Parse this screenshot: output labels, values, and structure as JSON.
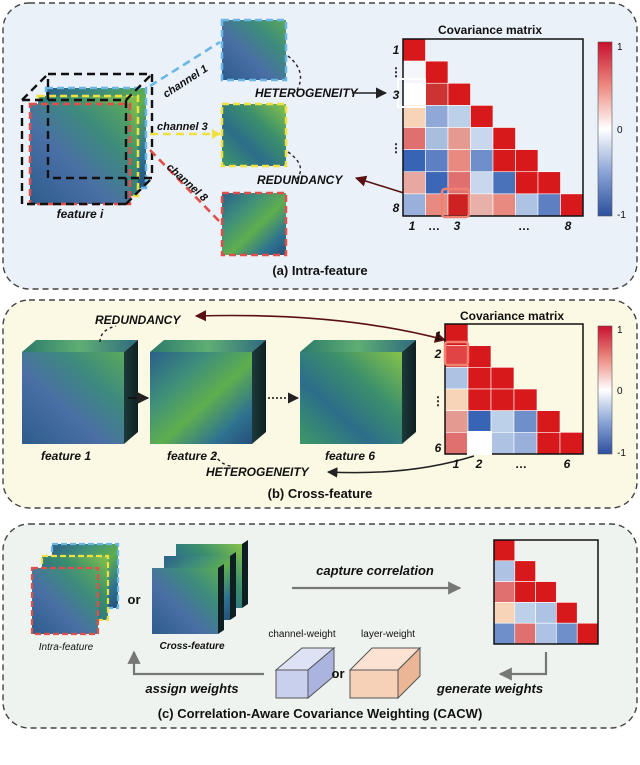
{
  "colors": {
    "panel_a_bg": "#eaf1f8",
    "panel_b_bg": "#fbf8e3",
    "panel_c_bg": "#eef3ef",
    "positive": "#d7191c",
    "negative": "#2c5aa0",
    "channel1_border": "#6ab7e6",
    "channel3_border": "#f0e040",
    "channel8_border": "#e0504a",
    "channel_weight_fill": "#c8d0ee",
    "layer_weight_fill": "#f7d0b8"
  },
  "panel_a": {
    "caption": "(a) Intra-feature",
    "feature_label": "feature i",
    "channel_labels": [
      "channel 1",
      "channel 3",
      "channel 8"
    ],
    "heterogeneity": "HETEROGENEITY",
    "redundancy": "REDUNDANCY",
    "matrix_title": "Covariance matrix",
    "row_labels": [
      "1",
      "⋮",
      "3",
      "⋮",
      "8"
    ],
    "col_labels": [
      "1",
      "…",
      "3",
      "…",
      "8"
    ],
    "colorbar_ticks": [
      "1",
      "0",
      "-1"
    ]
  },
  "panel_b": {
    "caption": "(b) Cross-feature",
    "feature_labels": [
      "feature 1",
      "feature 2",
      "feature 6"
    ],
    "redundancy": "REDUNDANCY",
    "heterogeneity": "HETEROGENEITY",
    "matrix_title": "Covariance matrix",
    "row_labels": [
      "1",
      "2",
      "⋮",
      "6"
    ],
    "col_labels": [
      "1",
      "2",
      "…",
      "6"
    ],
    "colorbar_ticks": [
      "1",
      "0",
      "-1"
    ]
  },
  "panel_c": {
    "caption": "(c) Correlation-Aware Covariance Weighting (CACW)",
    "intra_label": "Intra-feature",
    "or_label": "or",
    "cross_label": "Cross-feature",
    "capture": "capture correlation",
    "generate": "generate  weights",
    "assign": "assign weights",
    "channel_weight": "channel-weight",
    "layer_weight": "layer-weight",
    "or_weights": "or"
  },
  "matrix_a": [
    [
      "#d7191c"
    ],
    [
      "#f4f6fa",
      "#d7191c"
    ],
    [
      "#ffffff",
      "#c33",
      "#d7191c"
    ],
    [
      "#f7d3b8",
      "#90a8d8",
      "#bcd0ea",
      "#d7191c"
    ],
    [
      "#e07070",
      "#a8bedf",
      "#e49a90",
      "#c9d7ee",
      "#d7191c"
    ],
    [
      "#3864b5",
      "#5e80c2",
      "#e88a80",
      "#6e8fca",
      "#d7191c",
      "#d7191c"
    ],
    [
      "#e8a8a0",
      "#3c67b6",
      "#e07070",
      "#c9d7ee",
      "#4a72bb",
      "#d7191c",
      "#d7191c"
    ],
    [
      "#98b0da",
      "#e88a80",
      "#cc2222",
      "#e8b0a8",
      "#e88a80",
      "#aec3e4",
      "#5e80c2",
      "#d7191c"
    ]
  ],
  "matrix_b": [
    [
      "#d7191c"
    ],
    [
      "#e04444",
      "#d7191c"
    ],
    [
      "#aec3e4",
      "#d7191c",
      "#d7191c"
    ],
    [
      "#f7d3b8",
      "#d7191c",
      "#d7191c",
      "#d7191c"
    ],
    [
      "#e49a90",
      "#3864b5",
      "#bcd0ea",
      "#6e8fca",
      "#d7191c"
    ],
    [
      "#e07070",
      "#ffffff",
      "#aec3e4",
      "#98b0da",
      "#d7191c",
      "#d7191c"
    ]
  ],
  "matrix_c": [
    [
      "#d7191c"
    ],
    [
      "#aec3e4",
      "#d7191c"
    ],
    [
      "#e07070",
      "#d7191c",
      "#d7191c"
    ],
    [
      "#f7d3b8",
      "#bcd0ea",
      "#aec3e4",
      "#d7191c"
    ],
    [
      "#6e8fca",
      "#e07070",
      "#aec3e4",
      "#6e8fca",
      "#d7191c"
    ]
  ]
}
